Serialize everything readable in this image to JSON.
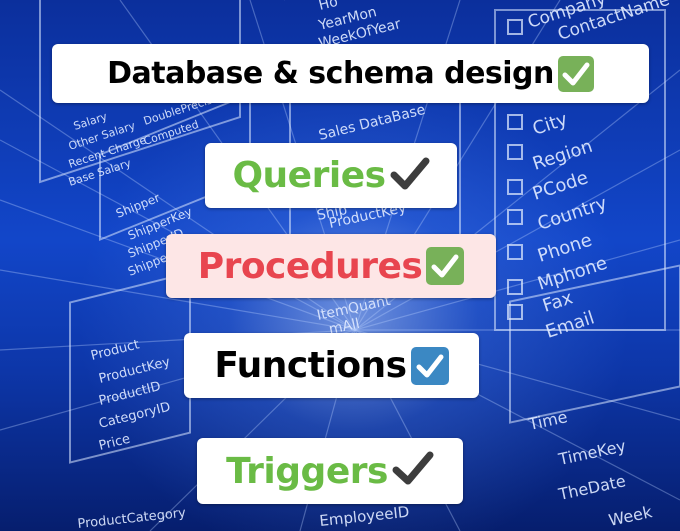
{
  "background": {
    "labels": [
      "Ho",
      "YearMon",
      "WeekOfYear",
      "Company",
      "ContactName",
      "City",
      "Region",
      "PCode",
      "Country",
      "Phone",
      "Mphone",
      "Fax",
      "Email",
      "Sales DataBase",
      "Shipper",
      "ShipperKey",
      "ShipperID",
      "Shipper",
      "Ship",
      "ProductKey",
      "ItemQuant",
      "mAll",
      "Salary",
      "DoublePrecision",
      "Computed",
      "Other Salary",
      "Recent Charge",
      "Base Salary",
      "Product",
      "ProductKey",
      "ProductID",
      "CategoryID",
      "Price",
      "Time",
      "TimeKey",
      "TheDate",
      "Week",
      "ProductCategory",
      "EmployeeID"
    ]
  },
  "items": [
    {
      "label": "Database & schema design",
      "color": "#000000",
      "icon": "white-check-mark-green-box"
    },
    {
      "label": "Queries",
      "color": "#6abb45",
      "icon": "heavy-check-mark"
    },
    {
      "label": "Procedures",
      "color": "#e8454f",
      "icon": "white-check-mark-green-box"
    },
    {
      "label": "Functions",
      "color": "#000000",
      "icon": "ballot-box-with-check-blue"
    },
    {
      "label": "Triggers",
      "color": "#6abb45",
      "icon": "heavy-check-mark"
    }
  ]
}
